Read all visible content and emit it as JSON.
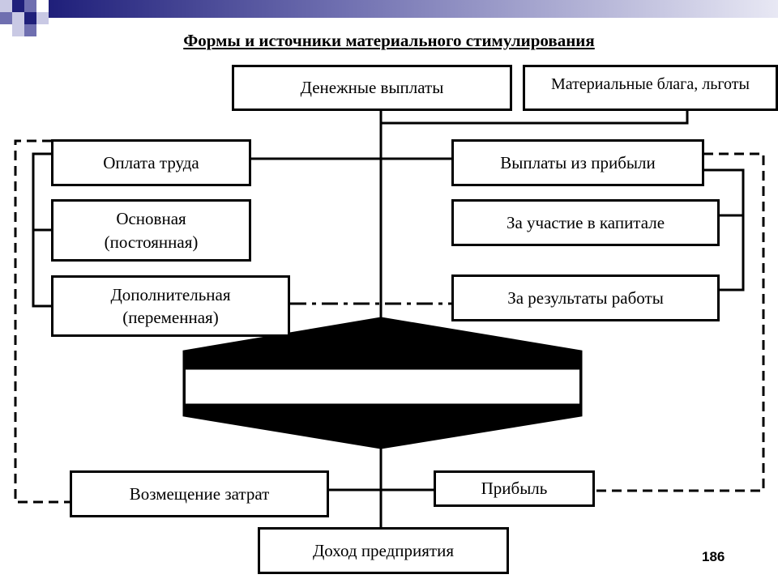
{
  "title": "Формы и источники материального стимулирования",
  "boxes": {
    "monetary": "Денежные выплаты",
    "material": "Материальные блага, льготы",
    "wages": "Оплата труда",
    "basic": "Основная\n(постоянная)",
    "additional": "Дополнительная\n(переменная)",
    "profit_payments": "Выплаты из прибыли",
    "capital": "За участие в капитале",
    "results": "За результаты работы",
    "reimbursement": "Возмещение затрат",
    "profit": "Прибыль",
    "income": "Доход предприятия"
  },
  "page_number": "186",
  "colors": {
    "deco_dark": "#1f1f7a",
    "deco_mid": "#6f6fb0",
    "deco_light": "#c9c9e4",
    "line": "#000000"
  }
}
